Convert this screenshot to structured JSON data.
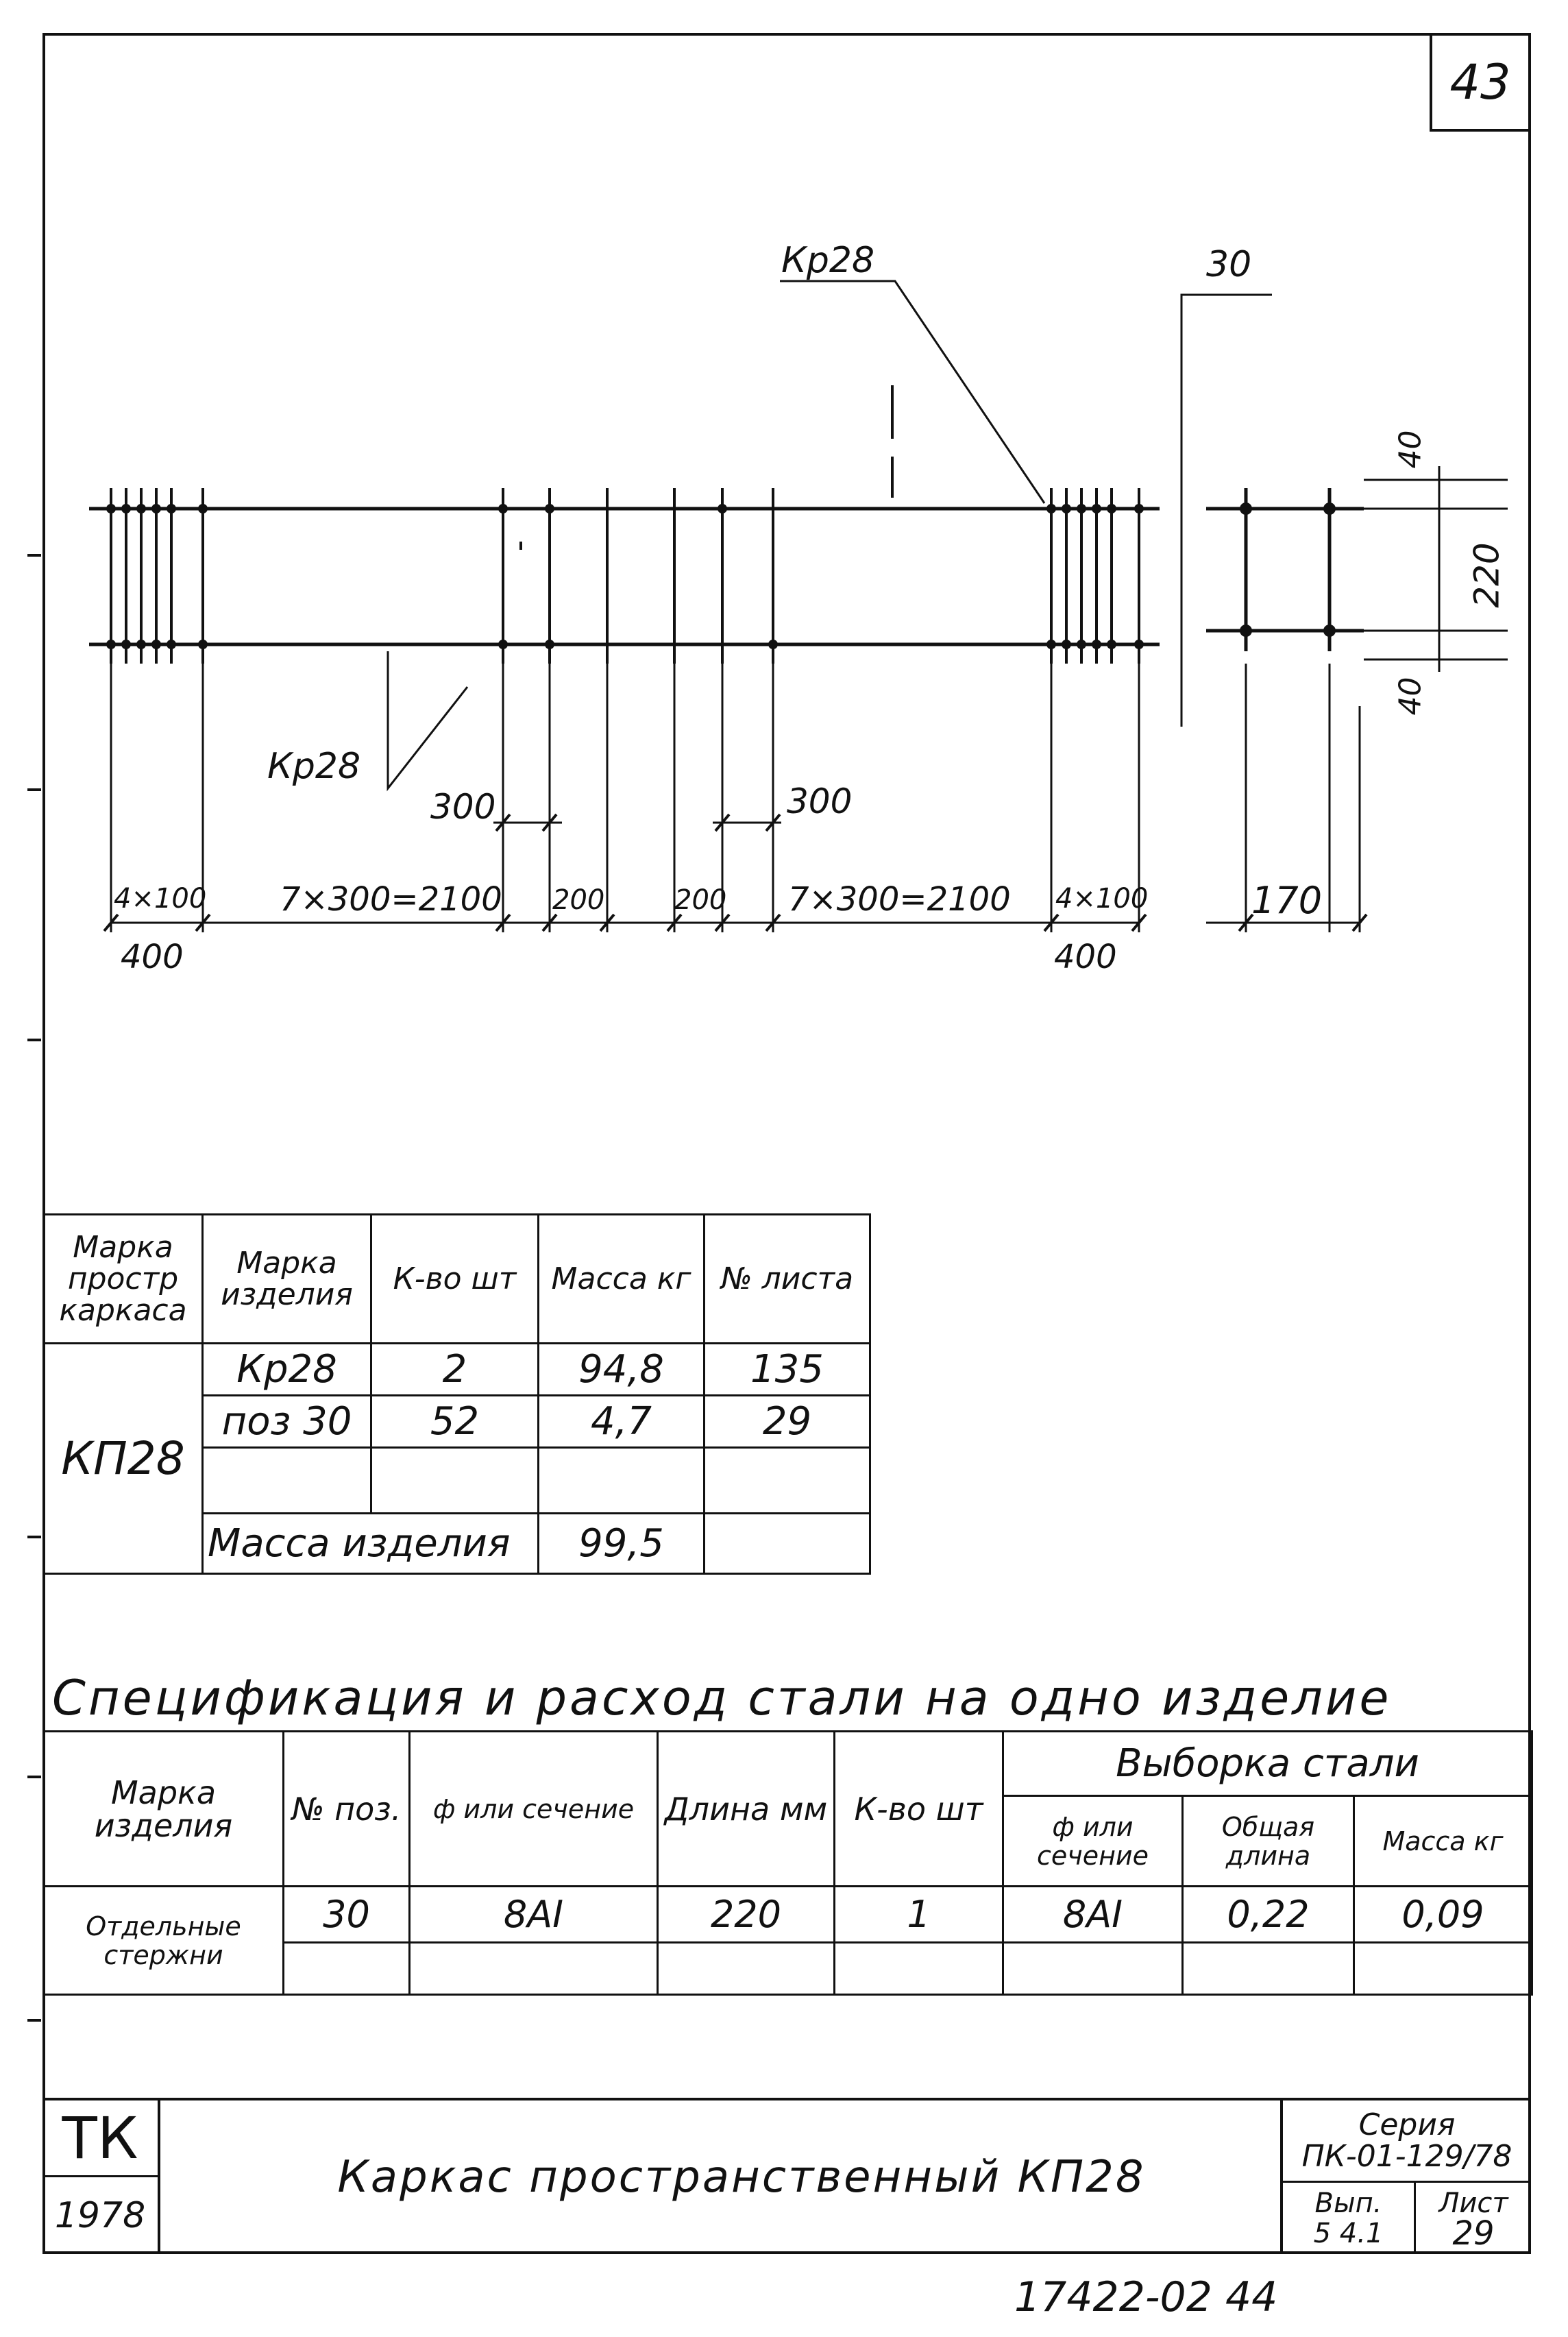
{
  "sheet_number": "43",
  "drawing": {
    "callouts": {
      "cage_top": "Кр28",
      "cage_bottom": "Кр28",
      "bar_position": "30"
    },
    "spacing_labels": {
      "left_gap": "300",
      "right_gap": "300"
    },
    "dimensions_bottom": [
      "4×100",
      "7×300=2100",
      "200",
      "200",
      "7×300=2100",
      "4×100"
    ],
    "dimensions_totals": [
      "400",
      "400"
    ],
    "section": {
      "width": "170",
      "height": "220",
      "cover_top": "40",
      "cover_bottom": "40"
    }
  },
  "reference_table": {
    "headers": [
      "Марка простр каркаса",
      "Марка изделия",
      "К-во шт",
      "Масса кг",
      "№ листа"
    ],
    "frame_mark": "КП28",
    "rows": [
      [
        "Кр28",
        "2",
        "94,8",
        "135"
      ],
      [
        "поз 30",
        "52",
        "4,7",
        "29"
      ],
      [
        "",
        "",
        "",
        ""
      ]
    ],
    "total_label": "Масса изделия",
    "total_value": "99,5"
  },
  "specification": {
    "title": "Спецификация и расход стали на одно изделие",
    "headers": {
      "mark": "Марка изделия",
      "pos": "№ поз.",
      "section": "ф или сечение",
      "length": "Длина мм",
      "qty": "К-во шт",
      "steel": "Выборка стали",
      "steel_section": "ф или сечение",
      "total_length": "Общая длина",
      "mass": "Масса кг"
    },
    "row_label": "Отдельные стержни",
    "rows": [
      [
        "30",
        "8АI",
        "220",
        "1",
        "8АI",
        "0,22",
        "0,09"
      ]
    ]
  },
  "title_block": {
    "org": "ТК",
    "year": "1978",
    "name": "Каркас пространственный КП28",
    "series_label": "Серия",
    "series_code": "ПК-01-129/78",
    "issue_label": "Вып.",
    "issue_value": "5 4.1",
    "sheet_label": "Лист",
    "sheet_value": "29"
  },
  "stamp": "17422-02  44"
}
